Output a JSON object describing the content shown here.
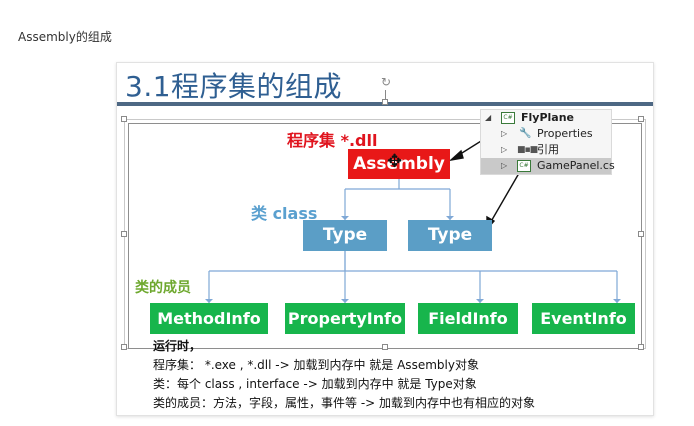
{
  "page": {
    "heading": "Assembly的组成"
  },
  "slide": {
    "title": "3.1程序集的组成",
    "assembly_label": "程序集 *.dll",
    "assembly_box": "Assembly",
    "class_label": "类 class",
    "type_boxes": [
      "Type",
      "Type"
    ],
    "member_label": "类的成员",
    "member_boxes": [
      "MethodInfo",
      "PropertyInfo",
      "FieldInfo",
      "EventInfo"
    ],
    "solution_explorer": {
      "project": "FlyPlane",
      "items": [
        "Properties",
        "引用",
        "GamePanel.cs"
      ],
      "project_icon_text": "C#",
      "file_icon_text": "C#"
    },
    "notes": {
      "runtime": "运行时，",
      "lines": [
        "程序集： *.exe , *.dll  -> 加载到内存中 就是 Assembly对象",
        "类：每个 class , interface -> 加载到内存中 就是 Type对象",
        "类的成员：方法，字段，属性，事件等 -> 加载到内存中也有相应的对象"
      ]
    }
  },
  "colors": {
    "title": "#2f5f92",
    "assembly_red": "#e81818",
    "type_blue": "#5b9ec6",
    "member_green": "#17b54c",
    "class_label_blue": "#5aa0cf",
    "member_label_green": "#6ea82e"
  }
}
